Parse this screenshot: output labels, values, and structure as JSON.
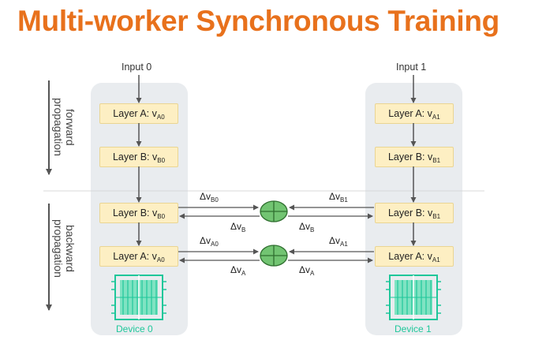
{
  "title": "Multi-worker Synchronous Training",
  "side_labels": {
    "forward": [
      "forward",
      "propagation"
    ],
    "backward": [
      "backward",
      "propagation"
    ]
  },
  "devices": [
    {
      "input": "Input 0",
      "name": "Device 0",
      "forward": [
        {
          "prefix": "Layer A: v",
          "sub": "A0"
        },
        {
          "prefix": "Layer B: v",
          "sub": "B0"
        }
      ],
      "backward": [
        {
          "prefix": "Layer B: v",
          "sub": "B0"
        },
        {
          "prefix": "Layer A: v",
          "sub": "A0"
        }
      ]
    },
    {
      "input": "Input 1",
      "name": "Device 1",
      "forward": [
        {
          "prefix": "Layer A: v",
          "sub": "A1"
        },
        {
          "prefix": "Layer B: v",
          "sub": "B1"
        }
      ],
      "backward": [
        {
          "prefix": "Layer B: v",
          "sub": "B1"
        },
        {
          "prefix": "Layer A: v",
          "sub": "A1"
        }
      ]
    }
  ],
  "deltas": {
    "b_row": {
      "left_in": "B0",
      "right_in": "B1",
      "left_out": "B",
      "right_out": "B"
    },
    "a_row": {
      "left_in": "A0",
      "right_in": "A1",
      "left_out": "A",
      "right_out": "A"
    },
    "symbol": "Δv"
  },
  "colors": {
    "title": "#e8711c",
    "layer_fill": "#fdefc3",
    "device_bg": "#e9ecef",
    "accent_green": "#1fc79a",
    "reduce_node": "#72c472"
  },
  "icons": [
    "tpu-chip-icon",
    "all-reduce-icon"
  ]
}
